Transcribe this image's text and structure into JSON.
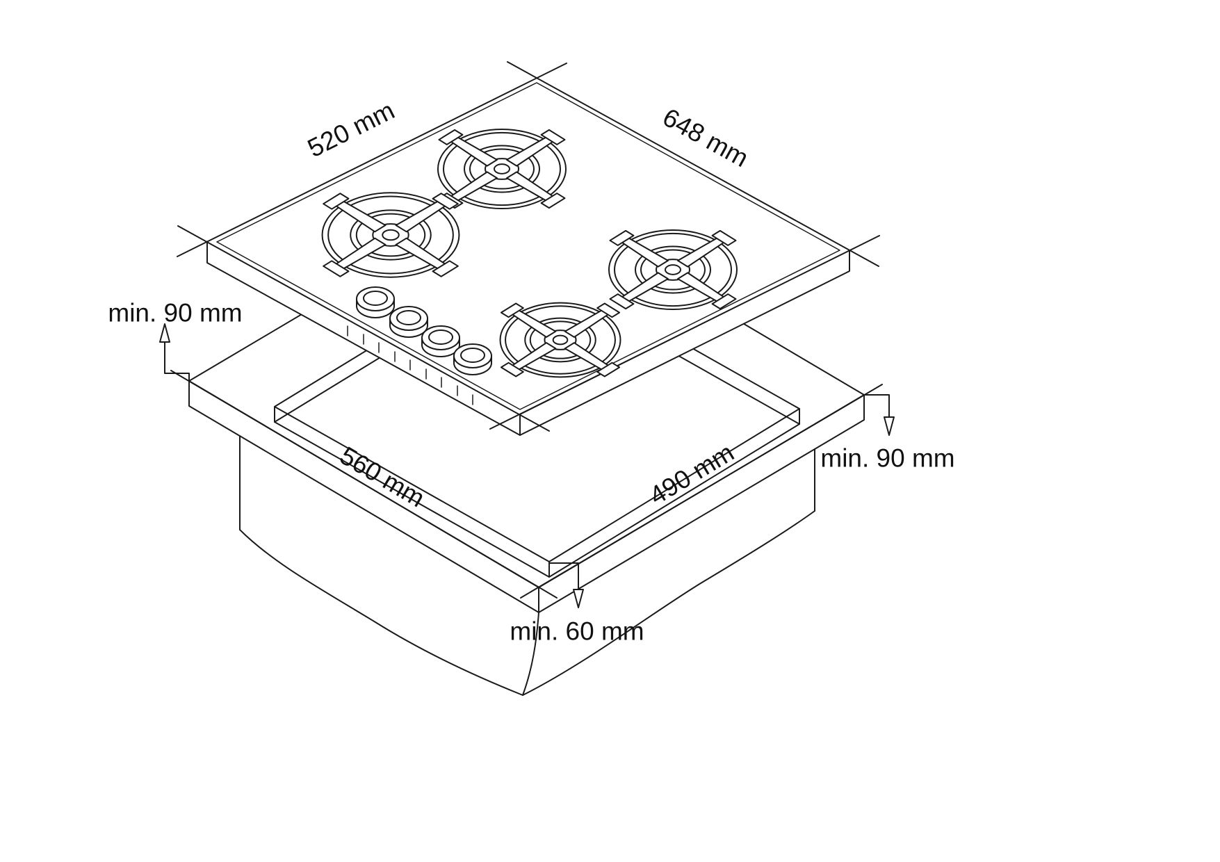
{
  "diagram": {
    "labels": {
      "hob_width": "520 mm",
      "hob_depth": "648 mm",
      "cutout_width": "560 mm",
      "cutout_depth": "490 mm",
      "clearance_left": "min. 90 mm",
      "clearance_right": "min. 90 mm",
      "clearance_front": "min. 60 mm"
    },
    "colors": {
      "line": "#1a1a1a",
      "text": "#111111",
      "background": "#ffffff"
    }
  }
}
